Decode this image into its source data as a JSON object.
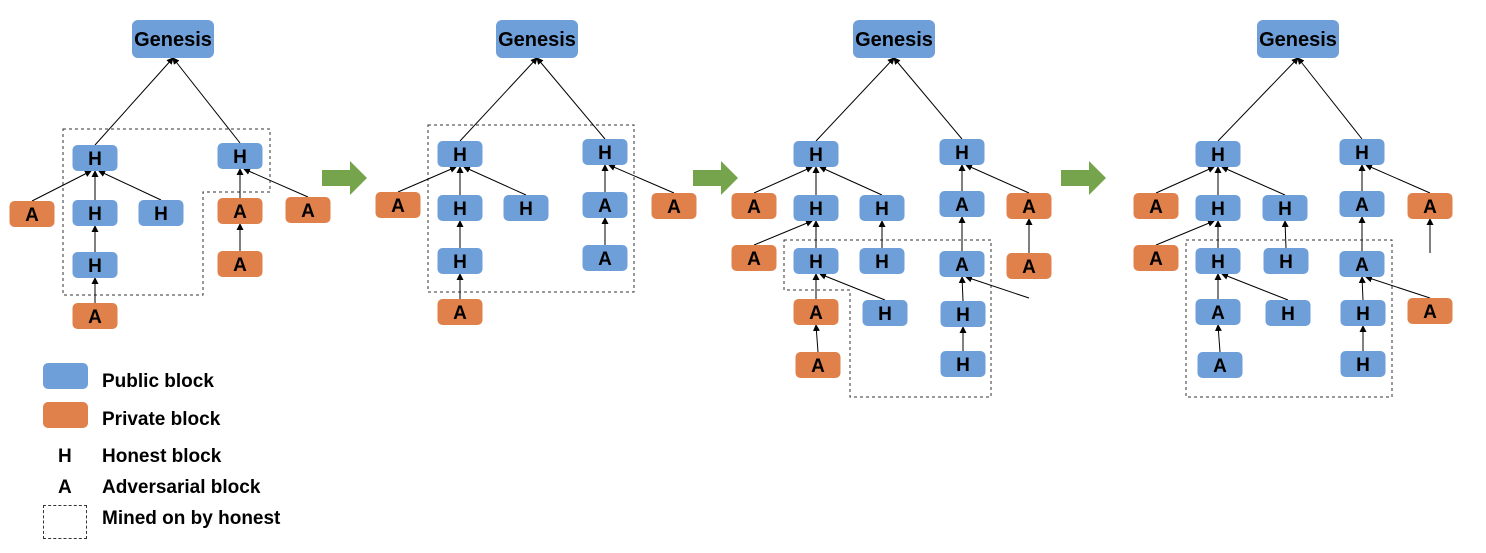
{
  "colors": {
    "public": "#6f9fd8",
    "private": "#e0804a",
    "arrow": "#75a44c",
    "line": "#000000",
    "dash": "#333333"
  },
  "labels": {
    "genesis": "Genesis",
    "honest": "H",
    "adversarial": "A"
  },
  "legend": {
    "public": "Public block",
    "private": "Private block",
    "honest_symbol": "H",
    "honest": "Honest block",
    "adversarial_symbol": "A",
    "adversarial": "Adversarial block",
    "mined": "Mined on by honest"
  },
  "stages": [
    {
      "blocks": [
        {
          "id": "g",
          "type": "genesis"
        },
        {
          "id": "h1",
          "label": "H",
          "public": true
        },
        {
          "id": "h2",
          "label": "H",
          "public": true
        },
        {
          "id": "h3",
          "label": "H",
          "public": true
        },
        {
          "id": "h4",
          "label": "H",
          "public": true
        },
        {
          "id": "h5",
          "label": "H",
          "public": true
        },
        {
          "id": "a1",
          "label": "A",
          "public": false
        },
        {
          "id": "a2",
          "label": "A",
          "public": false
        },
        {
          "id": "a3",
          "label": "A",
          "public": false
        },
        {
          "id": "a4",
          "label": "A",
          "public": false
        },
        {
          "id": "a5",
          "label": "A",
          "public": false
        }
      ]
    },
    {
      "blocks": [
        {
          "id": "g",
          "type": "genesis"
        },
        {
          "id": "h1",
          "label": "H",
          "public": true
        },
        {
          "id": "h2",
          "label": "H",
          "public": true
        },
        {
          "id": "h3",
          "label": "H",
          "public": true
        },
        {
          "id": "h4",
          "label": "H",
          "public": true
        },
        {
          "id": "h5",
          "label": "H",
          "public": true
        },
        {
          "id": "a1",
          "label": "A",
          "public": true
        },
        {
          "id": "a2",
          "label": "A",
          "public": true
        },
        {
          "id": "a3",
          "label": "A",
          "public": false
        },
        {
          "id": "a4",
          "label": "A",
          "public": false
        },
        {
          "id": "a5",
          "label": "A",
          "public": false
        }
      ]
    },
    {
      "blocks": [
        {
          "id": "g",
          "type": "genesis"
        },
        {
          "id": "h1",
          "label": "H",
          "public": true
        },
        {
          "id": "h2",
          "label": "H",
          "public": true
        },
        {
          "id": "h3",
          "label": "H",
          "public": true
        },
        {
          "id": "h4",
          "label": "H",
          "public": true
        },
        {
          "id": "h5",
          "label": "H",
          "public": true
        },
        {
          "id": "h6",
          "label": "H",
          "public": true
        },
        {
          "id": "h7",
          "label": "H",
          "public": true
        },
        {
          "id": "h8",
          "label": "H",
          "public": true
        },
        {
          "id": "h9",
          "label": "H",
          "public": true
        },
        {
          "id": "a1",
          "label": "A",
          "public": true
        },
        {
          "id": "a2",
          "label": "A",
          "public": true
        },
        {
          "id": "a3",
          "label": "A",
          "public": false
        },
        {
          "id": "a4",
          "label": "A",
          "public": false
        },
        {
          "id": "a5",
          "label": "A",
          "public": false
        },
        {
          "id": "a6",
          "label": "A",
          "public": false
        },
        {
          "id": "a7",
          "label": "A",
          "public": false
        },
        {
          "id": "a8",
          "label": "A",
          "public": false
        }
      ]
    },
    {
      "blocks": [
        {
          "id": "g",
          "type": "genesis"
        },
        {
          "id": "h1",
          "label": "H",
          "public": true
        },
        {
          "id": "h2",
          "label": "H",
          "public": true
        },
        {
          "id": "h3",
          "label": "H",
          "public": true
        },
        {
          "id": "h4",
          "label": "H",
          "public": true
        },
        {
          "id": "h5",
          "label": "H",
          "public": true
        },
        {
          "id": "h6",
          "label": "H",
          "public": true
        },
        {
          "id": "h7",
          "label": "H",
          "public": true
        },
        {
          "id": "h8",
          "label": "H",
          "public": true
        },
        {
          "id": "h9",
          "label": "H",
          "public": true
        },
        {
          "id": "a1",
          "label": "A",
          "public": true
        },
        {
          "id": "a2",
          "label": "A",
          "public": true
        },
        {
          "id": "a3",
          "label": "A",
          "public": false
        },
        {
          "id": "a4",
          "label": "A",
          "public": false
        },
        {
          "id": "a5",
          "label": "A",
          "public": false
        },
        {
          "id": "a6",
          "label": "A",
          "public": true
        },
        {
          "id": "a7",
          "label": "A",
          "public": true
        },
        {
          "id": "a8",
          "label": "A",
          "public": false
        }
      ]
    }
  ],
  "transition_arrows": 3
}
